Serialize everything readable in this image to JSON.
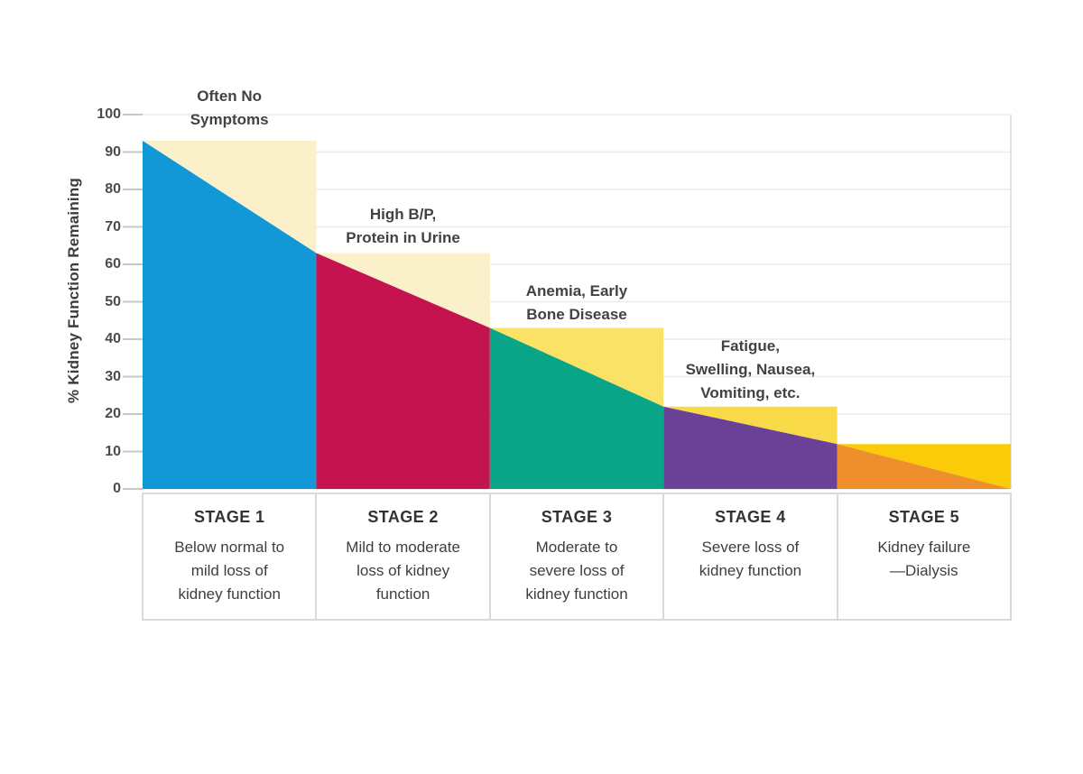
{
  "chart_data": {
    "type": "area",
    "title": "",
    "ylabel": "% Kidney Function Remaining",
    "xlabel": "",
    "ylim": [
      0,
      100
    ],
    "yticks": [
      0,
      10,
      20,
      30,
      40,
      50,
      60,
      70,
      80,
      90,
      100
    ],
    "grid": "horizontal",
    "legend": "none",
    "stages": [
      {
        "name": "STAGE 1",
        "annotation_lines": [
          "Often No",
          "Symptoms"
        ],
        "description_lines": [
          "Below normal to",
          "mild loss of",
          "kidney function"
        ],
        "gfr_start": 93,
        "gfr_end": 63,
        "area_color": "#1298d6",
        "band_color": "#faf0c9"
      },
      {
        "name": "STAGE 2",
        "annotation_lines": [
          "High B/P,",
          "Protein in Urine"
        ],
        "description_lines": [
          "Mild to moderate",
          "loss of kidney",
          "function"
        ],
        "gfr_start": 63,
        "gfr_end": 43,
        "area_color": "#c51350",
        "band_color": "#faf0c9"
      },
      {
        "name": "STAGE 3",
        "annotation_lines": [
          "Anemia, Early",
          "Bone Disease"
        ],
        "description_lines": [
          "Moderate to",
          "severe loss of",
          "kidney function"
        ],
        "gfr_start": 43,
        "gfr_end": 22,
        "area_color": "#0aa487",
        "band_color": "#f9e266"
      },
      {
        "name": "STAGE 4",
        "annotation_lines": [
          "Fatigue,",
          "Swelling, Nausea,",
          "Vomiting, etc."
        ],
        "description_lines": [
          "Severe loss of",
          "kidney function"
        ],
        "gfr_start": 22,
        "gfr_end": 12,
        "area_color": "#6b4197",
        "band_color": "#f8d947"
      },
      {
        "name": "STAGE 5",
        "annotation_lines": [],
        "description_lines": [
          "Kidney failure",
          "—Dialysis"
        ],
        "gfr_start": 12,
        "gfr_end": 0,
        "area_color": "#ef8f2b",
        "band_color": "#fbcb0a"
      }
    ],
    "colors": {
      "grid_line": "#ececec",
      "tick_mark": "#c8c8c8",
      "plot_right_border": "#e2e2e2",
      "box_border": "#d9d9d9",
      "text": "#3e3e3e"
    }
  }
}
